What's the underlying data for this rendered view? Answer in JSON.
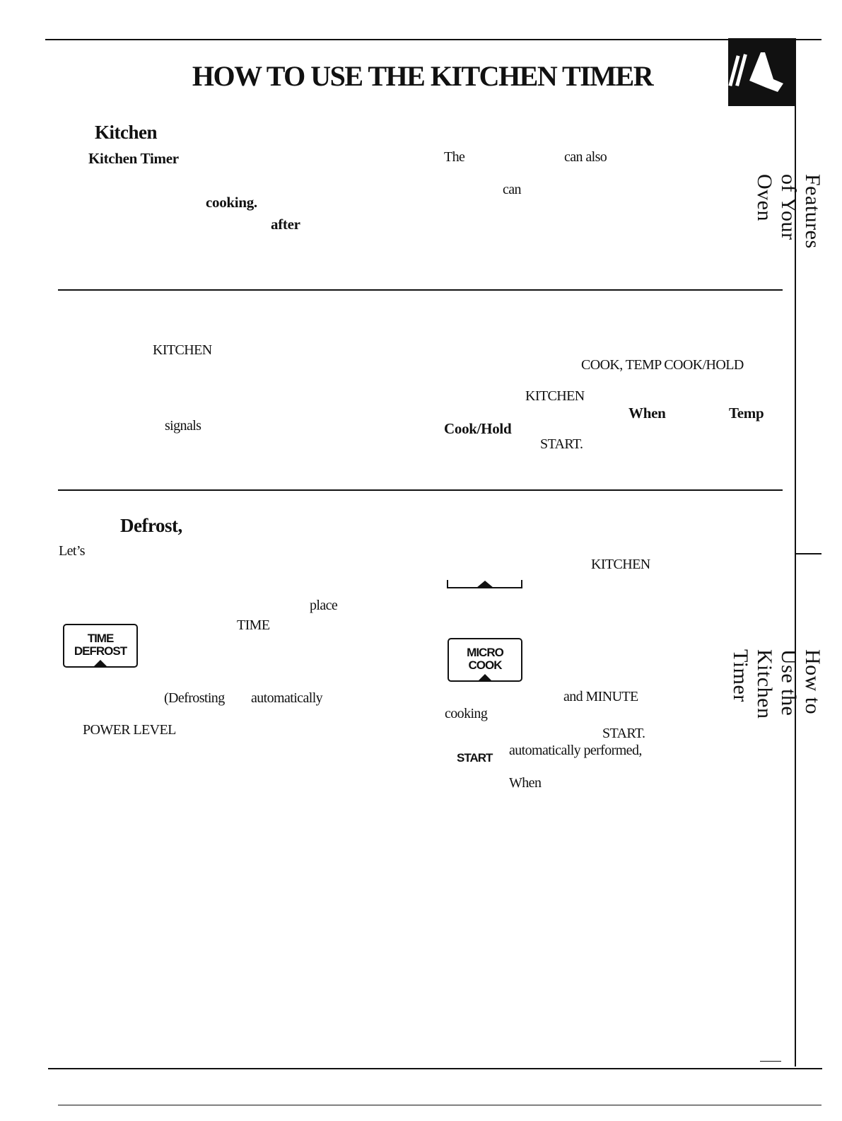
{
  "header": {
    "title": "HOW TO USE THE KITCHEN TIMER"
  },
  "sidebar": {
    "label_top": "Features of Your Oven",
    "label_bottom": "How to Use the Kitchen Timer"
  },
  "intro_section": {
    "heading": "Kitchen",
    "left": {
      "line1": "Kitchen Timer",
      "line2": "cooking.",
      "line3": "after"
    },
    "right": {
      "word_the": "The",
      "word_canalso": "can also",
      "word_can": "can"
    }
  },
  "middle_section": {
    "left": {
      "kitchen": "KITCHEN",
      "signals": "signals"
    },
    "right": {
      "modes": "COOK, TEMP COOK/HOLD",
      "kitchen": "KITCHEN",
      "when": "When",
      "temp": "Temp",
      "cookhold": "Cook/Hold",
      "start": "START."
    }
  },
  "example_section": {
    "heading": "Defrost,",
    "left": {
      "lets": "Let’s",
      "place": "place",
      "time": "TIME",
      "time_defrost_key": {
        "line1": "TIME",
        "line2": "DEFROST"
      },
      "defrosting": "(Defrosting",
      "automatically": "automatically",
      "power_level": "POWER LEVEL"
    },
    "right": {
      "kitchen": "KITCHEN",
      "micro_cook_key": {
        "line1": "MICRO",
        "line2": "COOK"
      },
      "and_minute": "and MINUTE",
      "cooking": "cooking",
      "start": "START.",
      "start_key": "START",
      "automatically_performed": "automatically performed,",
      "when": "When"
    }
  },
  "icons": {
    "logo": "oven-hand-logo-icon",
    "kitchen_timer_pad": "timer-pad-indicator-icon"
  }
}
